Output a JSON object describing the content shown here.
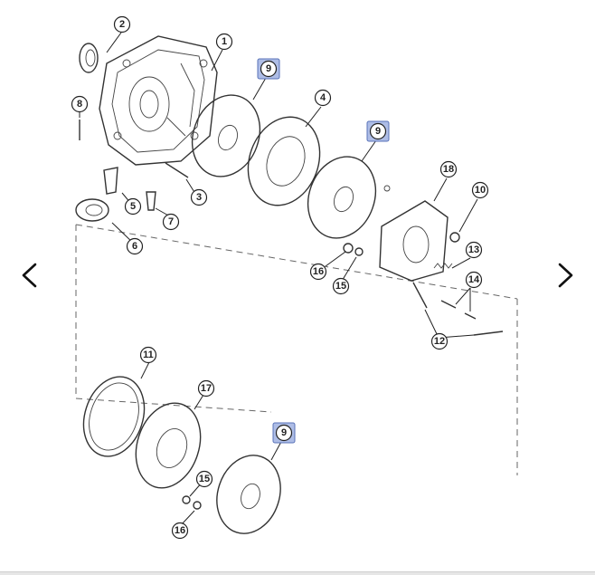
{
  "nav": {
    "prev_icon": "chevron-left-icon",
    "next_icon": "chevron-right-icon"
  },
  "callouts": [
    {
      "id": "c1",
      "text": "1",
      "highlight": false
    },
    {
      "id": "c2",
      "text": "2",
      "highlight": false
    },
    {
      "id": "c8",
      "text": "8",
      "highlight": false
    },
    {
      "id": "c9a",
      "text": "9",
      "highlight": true
    },
    {
      "id": "c4",
      "text": "4",
      "highlight": false
    },
    {
      "id": "c9b",
      "text": "9",
      "highlight": true
    },
    {
      "id": "c18",
      "text": "18",
      "highlight": false
    },
    {
      "id": "c10",
      "text": "10",
      "highlight": false
    },
    {
      "id": "c5",
      "text": "5",
      "highlight": false
    },
    {
      "id": "c3",
      "text": "3",
      "highlight": false
    },
    {
      "id": "c7",
      "text": "7",
      "highlight": false
    },
    {
      "id": "c6",
      "text": "6",
      "highlight": false
    },
    {
      "id": "c13",
      "text": "13",
      "highlight": false
    },
    {
      "id": "c16a",
      "text": "16",
      "highlight": false
    },
    {
      "id": "c15a",
      "text": "15",
      "highlight": false
    },
    {
      "id": "c14",
      "text": "14",
      "highlight": false
    },
    {
      "id": "c12",
      "text": "12",
      "highlight": false
    },
    {
      "id": "c11",
      "text": "11",
      "highlight": false
    },
    {
      "id": "c17",
      "text": "17",
      "highlight": false
    },
    {
      "id": "c9c",
      "text": "9",
      "highlight": true
    },
    {
      "id": "c15b",
      "text": "15",
      "highlight": false
    },
    {
      "id": "c16b",
      "text": "16",
      "highlight": false
    }
  ],
  "colors": {
    "highlight_fill": "#aebde6",
    "highlight_stroke": "#5872b8",
    "line": "#333333"
  }
}
